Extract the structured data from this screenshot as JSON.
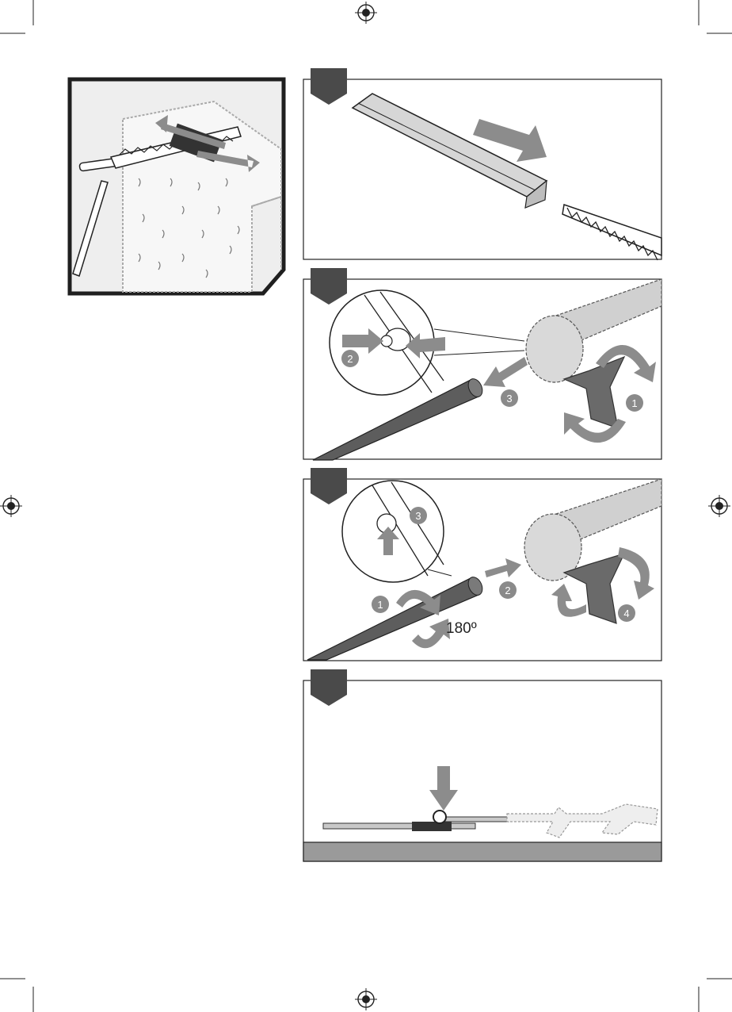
{
  "page": {
    "colors": {
      "frame": "#2b2b2b",
      "badge": "#4a4a4a",
      "pole_dark": "#5d5d5d",
      "pole_light": "#c9c9c9",
      "arrow": "#8c8c8c",
      "ground": "#9a9a9a",
      "hedge_bg": "#e4e4e4"
    },
    "icons": [
      "registration-mark-icon",
      "crop-mark-icon",
      "push-arrow-icon",
      "rotate-arrow-icon"
    ]
  },
  "steps": {
    "step2": {
      "markers": [
        "2",
        "3",
        "1"
      ]
    },
    "step3": {
      "markers": [
        "3",
        "1",
        "2",
        "4"
      ],
      "angle": "180º"
    }
  }
}
